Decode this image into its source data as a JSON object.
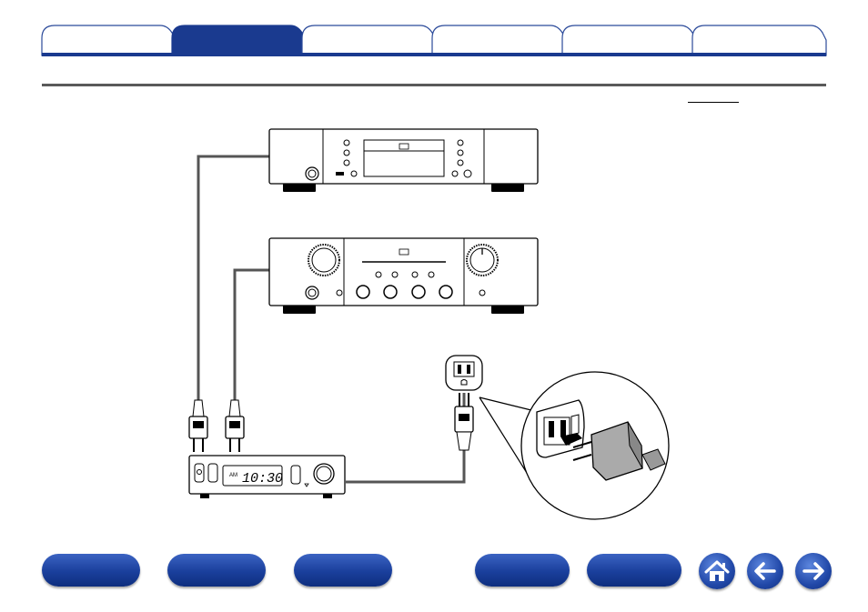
{
  "nav": {
    "tabs": [
      {
        "label": "",
        "active": false
      },
      {
        "label": "",
        "active": true
      },
      {
        "label": "",
        "active": false
      },
      {
        "label": "",
        "active": false
      },
      {
        "label": "",
        "active": false
      },
      {
        "label": "",
        "active": false
      }
    ]
  },
  "clock": {
    "ampm": "AM",
    "time": "10:30"
  },
  "bottom_nav": {
    "buttons": [
      {
        "label": "",
        "icon": "pill-button"
      },
      {
        "label": "",
        "icon": "pill-button"
      },
      {
        "label": "",
        "icon": "pill-button"
      },
      {
        "label": "",
        "icon": "pill-button"
      },
      {
        "label": "",
        "icon": "pill-button"
      }
    ],
    "icons": [
      "home-icon",
      "back-arrow-icon",
      "forward-arrow-icon"
    ]
  },
  "colors": {
    "active_tab": "#1a3a8f",
    "inactive_tab_border": "#2b4a9a",
    "button_blue": "#1a3f9c",
    "divider": "#5a5a5a"
  }
}
